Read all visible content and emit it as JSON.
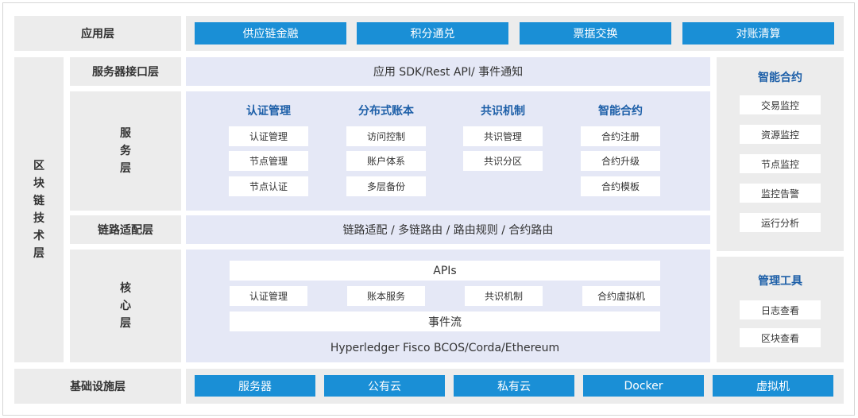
{
  "app_layer": {
    "label": "应用层",
    "items": [
      "供应链金融",
      "积分通兑",
      "票据交换",
      "对账清算"
    ]
  },
  "blockchain_layer": {
    "label": "区块链技术层"
  },
  "server_interface": {
    "label": "服务器接口层",
    "content": "应用 SDK/Rest API/ 事件通知"
  },
  "service_layer": {
    "label": "服务层",
    "columns": [
      {
        "title": "认证管理",
        "items": [
          "认证管理",
          "节点管理",
          "节点认证"
        ]
      },
      {
        "title": "分布式账本",
        "items": [
          "访问控制",
          "账户体系",
          "多层备份"
        ]
      },
      {
        "title": "共识机制",
        "items": [
          "共识管理",
          "共识分区"
        ]
      },
      {
        "title": "智能合约",
        "items": [
          "合约注册",
          "合约升级",
          "合约模板"
        ]
      }
    ]
  },
  "link_layer": {
    "label": "链路适配层",
    "content": "链路适配 / 多链路由 / 路由规则 / 合约路由"
  },
  "core_layer": {
    "label": "核心层",
    "apis": "APIs",
    "modules": [
      "认证管理",
      "账本服务",
      "共识机制",
      "合约虚拟机"
    ],
    "event_stream": "事件流",
    "platforms": "Hyperledger Fisco BCOS/Corda/Ethereum"
  },
  "smart_contract_panel": {
    "title": "智能合约",
    "items": [
      "交易监控",
      "资源监控",
      "节点监控",
      "监控告警",
      "运行分析"
    ]
  },
  "management_tools": {
    "title": "管理工具",
    "items": [
      "日志查看",
      "区块查看"
    ]
  },
  "infra_layer": {
    "label": "基础设施层",
    "items": [
      "服务器",
      "公有云",
      "私有云",
      "Docker",
      "虚拟机"
    ]
  },
  "colors": {
    "blue": "#1a8fd6",
    "title_blue": "#1d5fa8",
    "gray": "#ececec",
    "lavender": "#e5e8f6"
  }
}
